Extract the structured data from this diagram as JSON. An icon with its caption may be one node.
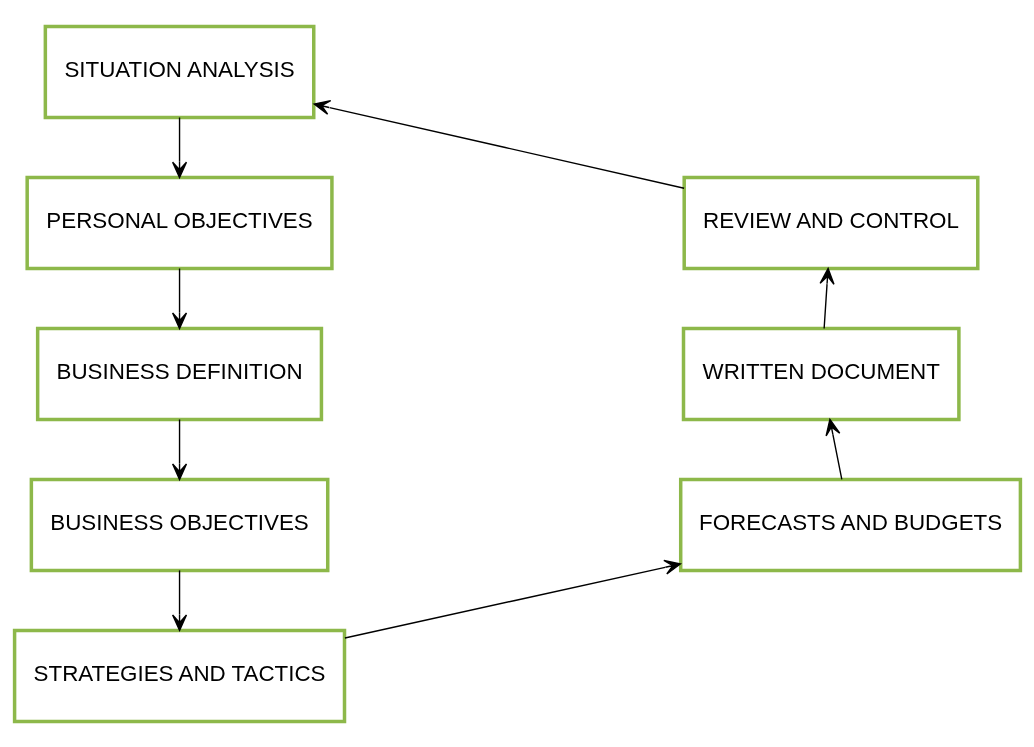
{
  "diagram": {
    "nodes": [
      {
        "text": [
          "SITUATION ANALYSIS"
        ]
      },
      {
        "text": [
          "PERSONAL OBJECTIVES"
        ]
      },
      {
        "text": [
          "BUSINESS DEFINITION"
        ]
      },
      {
        "text": [
          "BUSINESS OBJECTIVES"
        ]
      },
      {
        "text": [
          "STRATEGIES AND TACTICS"
        ]
      },
      {
        "text": [
          "FORECASTS AND BUDGETS"
        ]
      },
      {
        "text": [
          "WRITTEN DOCUMENT"
        ]
      },
      {
        "text": [
          "REVIEW AND CONTROL"
        ]
      }
    ],
    "edges": [
      {
        "from": 0,
        "to": 1,
        "arrow": "to"
      },
      {
        "from": 1,
        "to": 2,
        "arrow": "to"
      },
      {
        "from": 2,
        "to": 3,
        "arrow": "to"
      },
      {
        "from": 3,
        "to": 4,
        "arrow": "to"
      },
      {
        "from": 4,
        "to": 5,
        "arrow": "to"
      },
      {
        "from": 5,
        "to": 6,
        "arrow": "to"
      },
      {
        "from": 6,
        "to": 7,
        "arrow": "to"
      },
      {
        "from": 7,
        "to": 0,
        "arrow": "to"
      }
    ]
  }
}
